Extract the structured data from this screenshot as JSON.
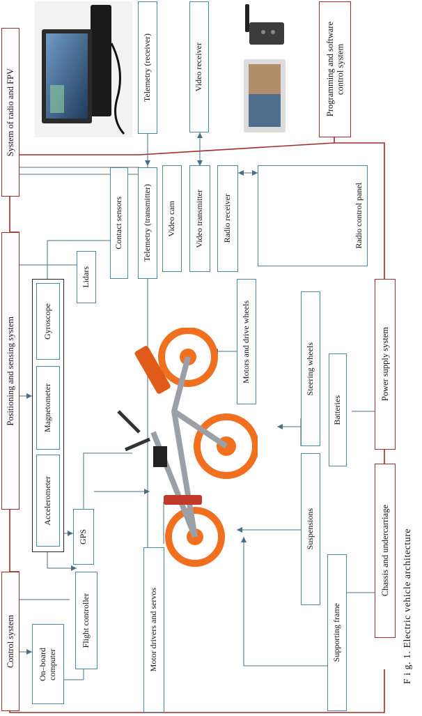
{
  "figure": {
    "caption": "F i g.  1.  Electric vehicle architecture",
    "colors": {
      "system_border": "#a52a2a",
      "component_border": "#4a8aa0",
      "bike_accent": "#f07020"
    },
    "systems": {
      "radio_fpv": "System of radio and FPV",
      "positioning": "Positioning and sensing system",
      "control": "Control system",
      "programming": "Programming and software control system",
      "power": "Power supply system",
      "chassis": "Chassis and undercarriage"
    },
    "components": {
      "telemetry_receiver": "Telemetry (receiver)",
      "video_receiver": "Video receiver",
      "contact_sensors": "Contact sensors",
      "telemetry_transmitter": "Telemetry (transmitter)",
      "video_cam": "Video cam",
      "video_transmitter": "Video transmitter",
      "radio_receiver": "Radio receiver",
      "radio_control_panel": "Radio control panel",
      "lidars": "Lidars",
      "gyroscope": "Gyroscope",
      "magnetometer": "Magnetometer",
      "accelerometer": "Accelerometer",
      "gps": "GPS",
      "motors_drive_wheels": "Motors and drive wheels",
      "steering_wheels": "Steering wheels",
      "batteries": "Batteries",
      "suspensions": "Suspensions",
      "supporting_frame": "Supporting frame",
      "motor_drivers_servos": "Motor drivers and servos",
      "flight_controller": "Flight controller",
      "onboard_computer": [
        "On–board",
        "computer"
      ]
    },
    "icons": [
      "laptop-icon",
      "video-receiver-module-icon",
      "monitor-icon",
      "radio-controller-icon",
      "electric-bike-icon"
    ]
  }
}
